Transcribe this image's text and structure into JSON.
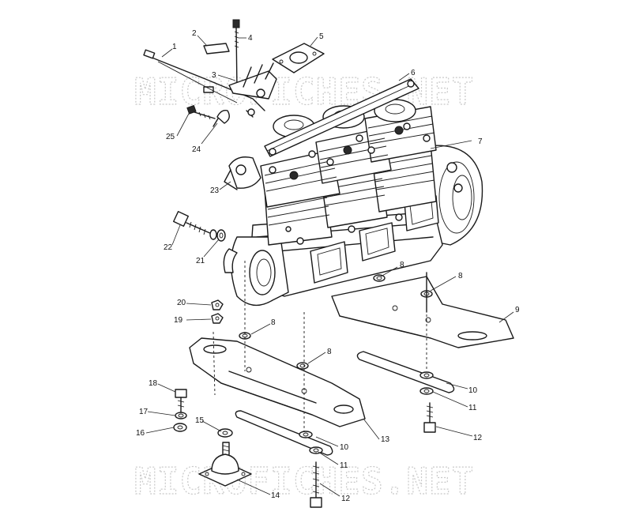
{
  "watermark": "MICROFICHES.NET",
  "callouts": [
    {
      "id": "c1",
      "label": "1"
    },
    {
      "id": "c2",
      "label": "2"
    },
    {
      "id": "c3",
      "label": "3"
    },
    {
      "id": "c4",
      "label": "4"
    },
    {
      "id": "c5",
      "label": "5"
    },
    {
      "id": "c6",
      "label": "6"
    },
    {
      "id": "c7",
      "label": "7"
    },
    {
      "id": "c8a",
      "label": "8"
    },
    {
      "id": "c8b",
      "label": "8"
    },
    {
      "id": "c8c",
      "label": "8"
    },
    {
      "id": "c8d",
      "label": "8"
    },
    {
      "id": "c9",
      "label": "9"
    },
    {
      "id": "c10a",
      "label": "10"
    },
    {
      "id": "c10b",
      "label": "10"
    },
    {
      "id": "c11a",
      "label": "11"
    },
    {
      "id": "c11b",
      "label": "11"
    },
    {
      "id": "c12a",
      "label": "12"
    },
    {
      "id": "c12b",
      "label": "12"
    },
    {
      "id": "c13",
      "label": "13"
    },
    {
      "id": "c14",
      "label": "14"
    },
    {
      "id": "c15",
      "label": "15"
    },
    {
      "id": "c16",
      "label": "16"
    },
    {
      "id": "c17",
      "label": "17"
    },
    {
      "id": "c18",
      "label": "18"
    },
    {
      "id": "c19",
      "label": "19"
    },
    {
      "id": "c20",
      "label": "20"
    },
    {
      "id": "c21",
      "label": "21"
    },
    {
      "id": "c22",
      "label": "22"
    },
    {
      "id": "c23",
      "label": "23"
    },
    {
      "id": "c24",
      "label": "24"
    },
    {
      "id": "c25",
      "label": "25"
    }
  ]
}
